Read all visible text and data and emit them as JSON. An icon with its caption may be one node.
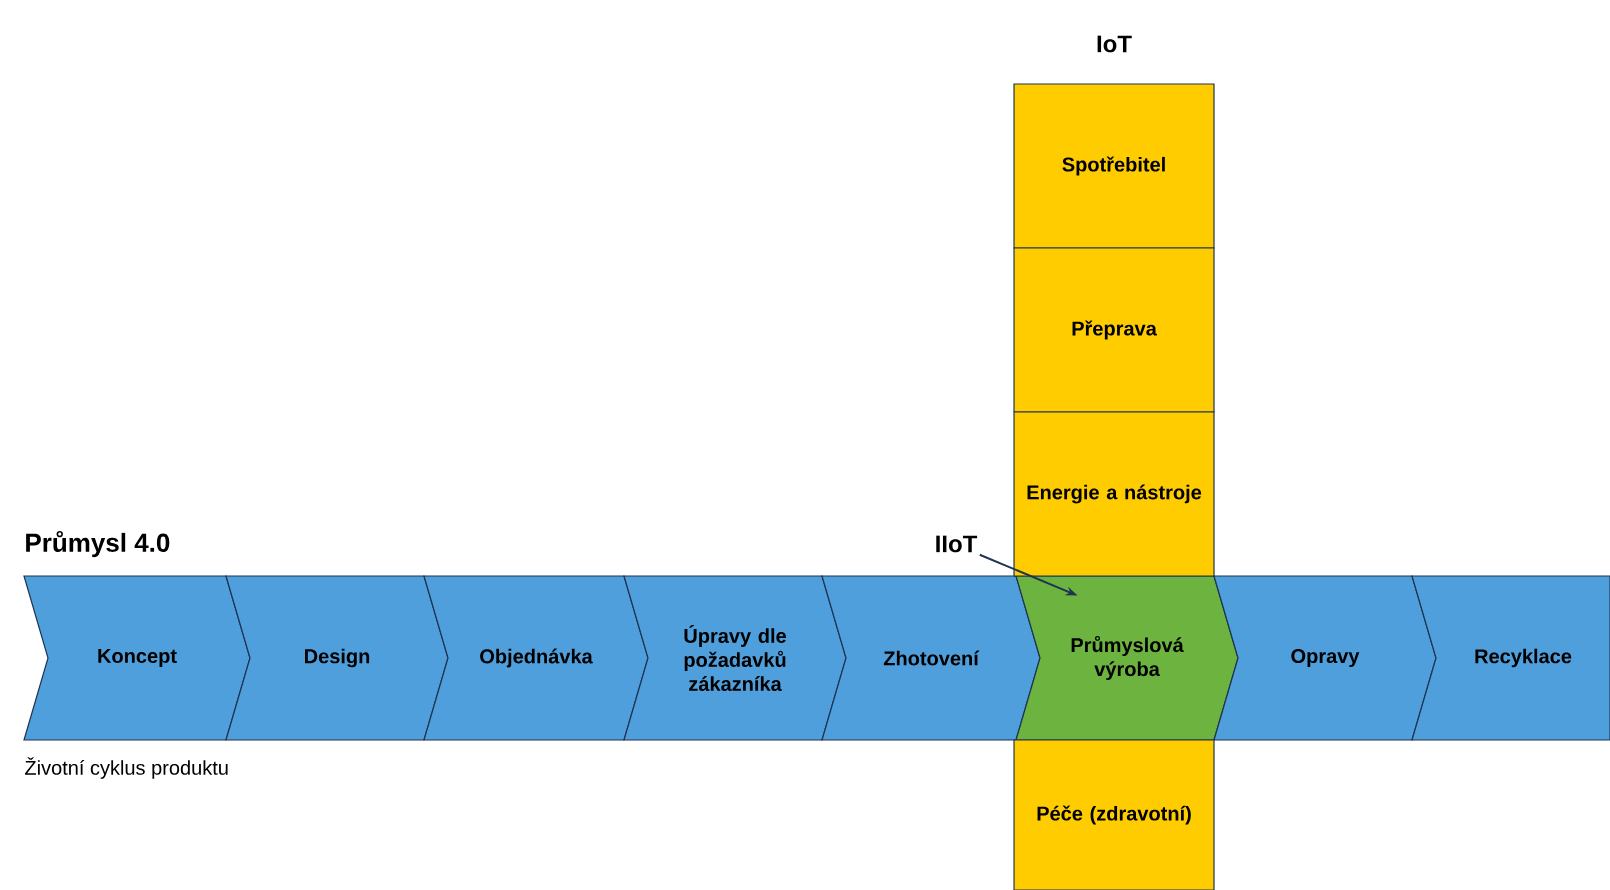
{
  "diagram": {
    "nodes": [
      {
        "text": [
          "Koncept"
        ]
      },
      {
        "text": [
          "Design"
        ]
      },
      {
        "text": [
          "Objednávka"
        ]
      },
      {
        "text": [
          "Úpravy dle požadavků zákazníka"
        ]
      },
      {
        "text": [
          "Zhotovení"
        ]
      },
      {
        "text": [
          "Průmyslová výroba"
        ]
      },
      {
        "text": [
          "Opravy"
        ]
      },
      {
        "text": [
          "Recyklace"
        ]
      },
      {
        "text": [
          "Spotřebitel"
        ]
      },
      {
        "text": [
          "Přeprava"
        ]
      },
      {
        "text": [
          "Energie a nástroje"
        ]
      },
      {
        "text": [
          "Péče (zdravotní)"
        ]
      },
      {
        "text": [
          "IIoT"
        ]
      }
    ],
    "edges": [
      {
        "from": 12,
        "to": 5,
        "arrow": "to"
      }
    ],
    "labels": [
      "IoT",
      "Průmysl 4.0",
      "Životní cyklus produktu"
    ]
  }
}
